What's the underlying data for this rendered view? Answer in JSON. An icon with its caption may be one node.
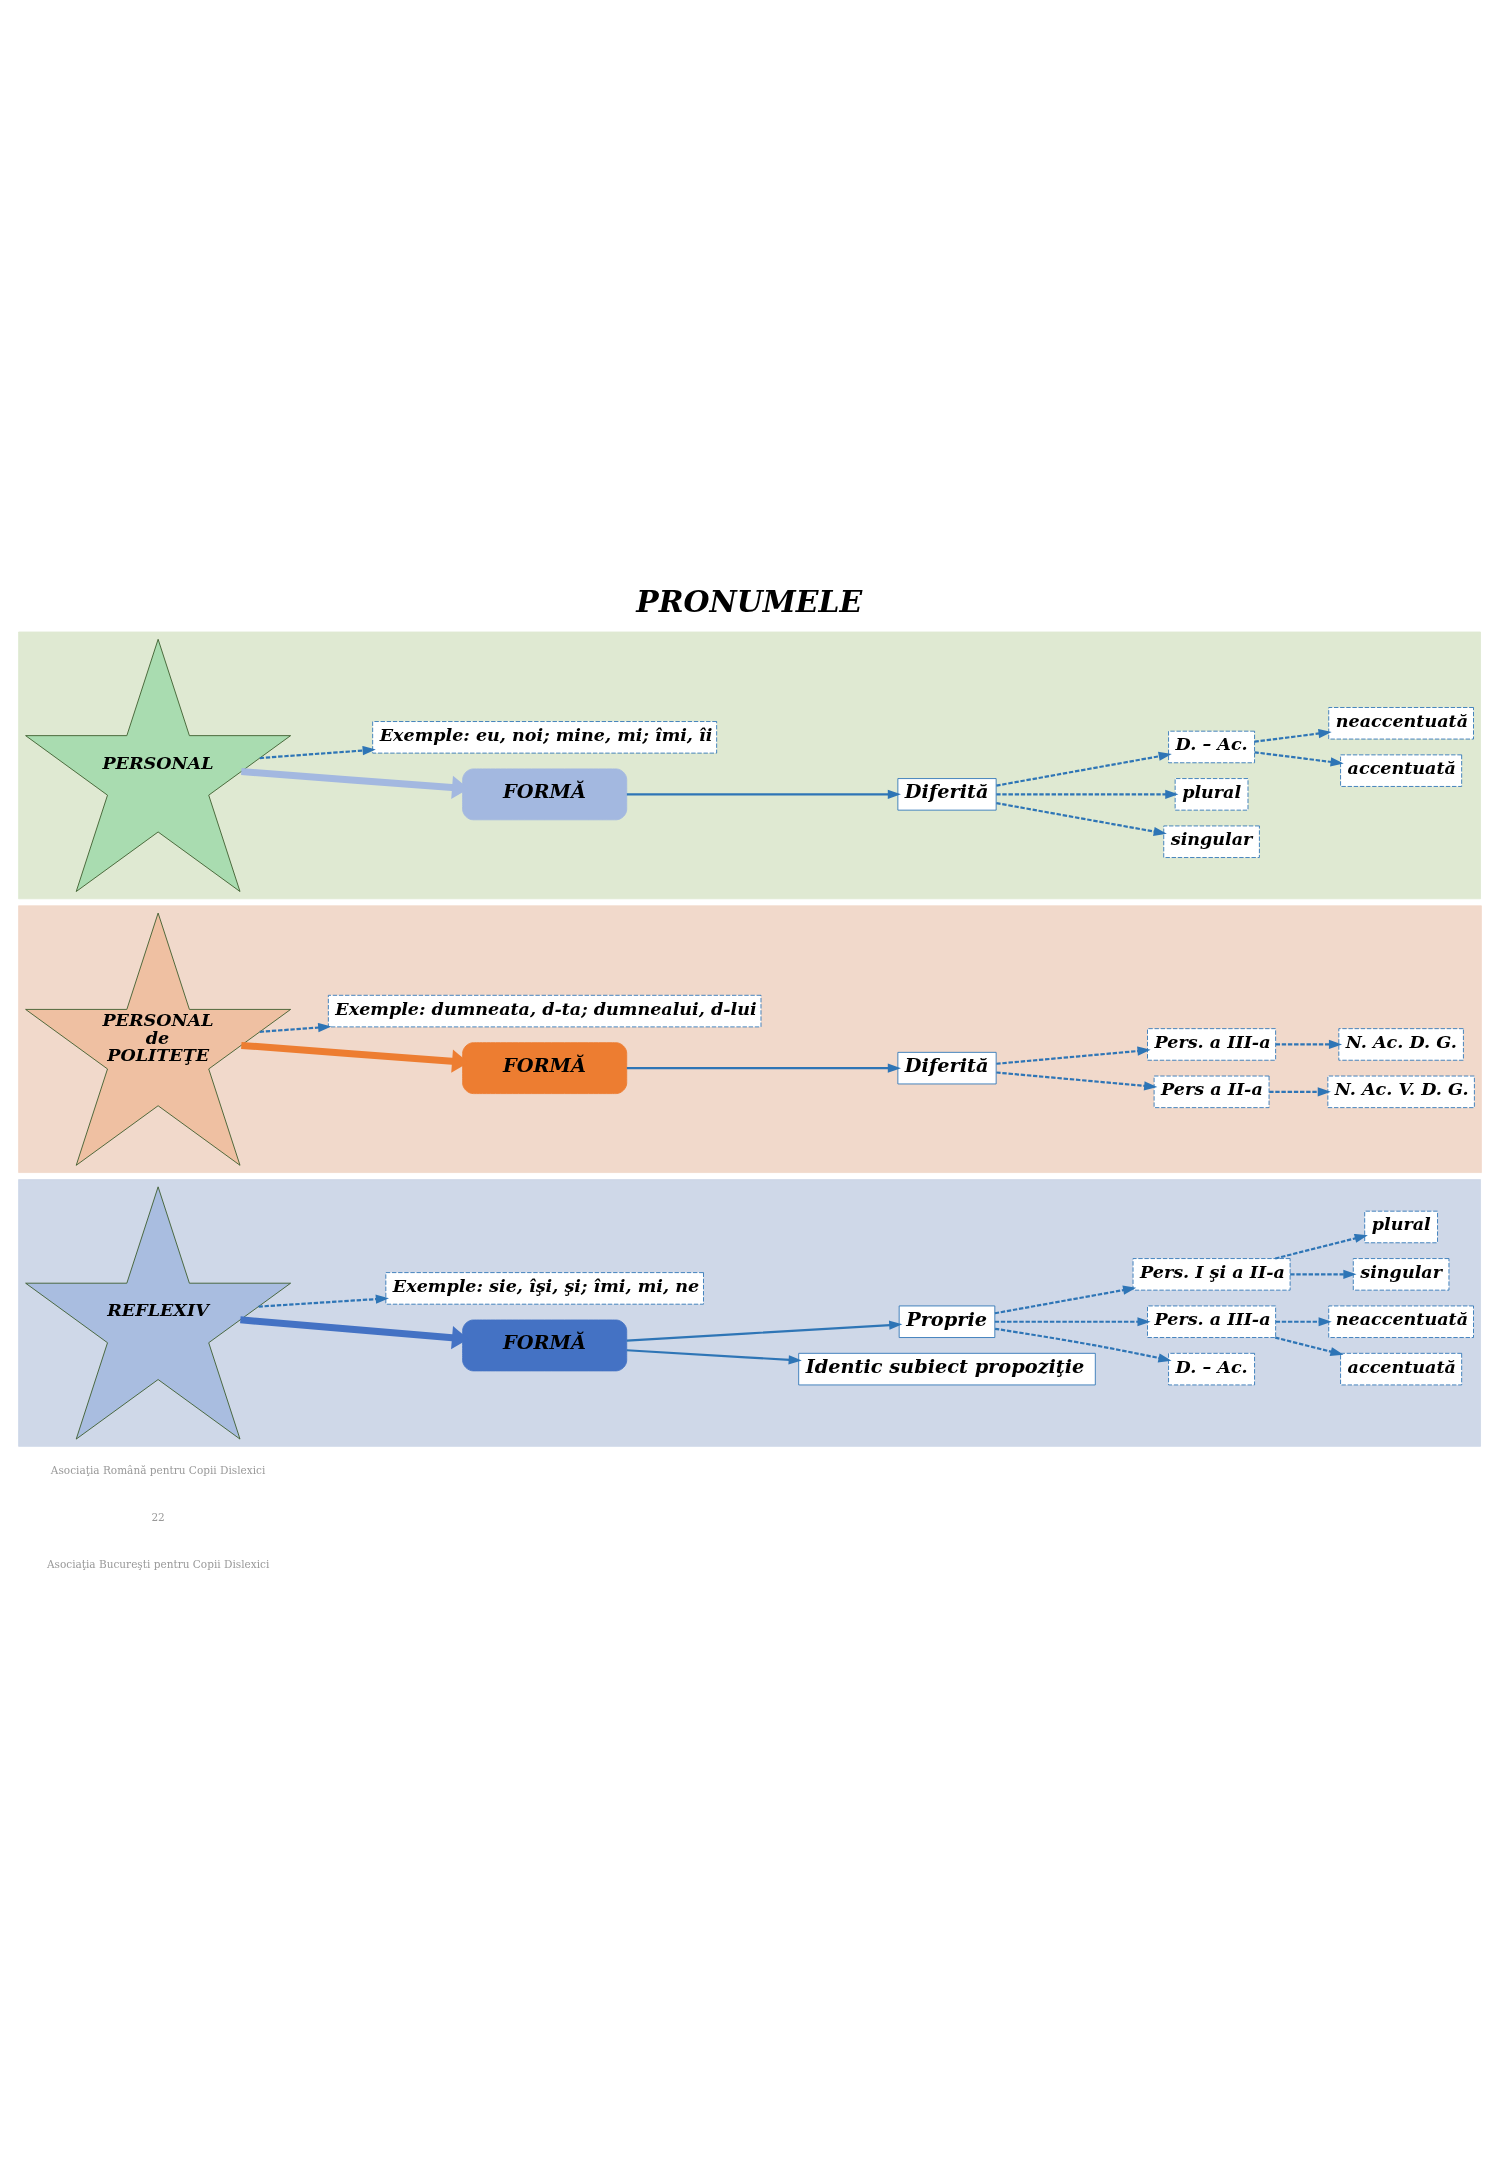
{
  "diagram": {
    "title": "PRONUMELE",
    "nodes": [
      {
        "text": [],
        "shape": "box"
      },
      {
        "text": [
          "PERSONAL"
        ],
        "in": 0
      },
      {
        "text": [
          "FORMĂ"
        ],
        "in": 0
      },
      {
        "text": [
          "Diferită"
        ],
        "in": 0
      },
      {
        "text": [
          "singular"
        ],
        "in": 0
      },
      {
        "text": [
          "plural"
        ],
        "in": 0
      },
      {
        "text": [
          "D. – Ac."
        ],
        "in": 0
      },
      {
        "text": [
          "accentuată"
        ],
        "in": 0
      },
      {
        "text": [
          "neaccentuată"
        ],
        "in": 0
      },
      {
        "text": [
          "Exemple: eu, noi; mine, mi; îmi, îi"
        ],
        "in": 0
      },
      {
        "text": [],
        "shape": "box"
      },
      {
        "text": [
          "PERSONAL de POLITEŢE"
        ],
        "in": 10
      },
      {
        "text": [
          "FORMĂ"
        ],
        "in": 10
      },
      {
        "text": [
          "Diferită"
        ],
        "in": 10
      },
      {
        "text": [
          "Pers a II-a"
        ],
        "in": 10
      },
      {
        "text": [
          "Pers. a III-a"
        ],
        "in": 10
      },
      {
        "text": [
          "N. Ac. V. D. G."
        ],
        "in": 10
      },
      {
        "text": [
          "N. Ac. D. G."
        ],
        "in": 10
      },
      {
        "text": [
          "Exemple: dumneata, d-ta; dumnealui, d-lui"
        ],
        "in": 10
      },
      {
        "text": [],
        "shape": "box"
      },
      {
        "text": [
          "REFLEXIV"
        ],
        "in": 19
      },
      {
        "text": [
          "FORMĂ"
        ],
        "in": 19
      },
      {
        "text": [
          "Identic subiect propoziţie"
        ],
        "in": 19
      },
      {
        "text": [
          "Proprie"
        ],
        "in": 19
      },
      {
        "text": [
          "D. – Ac."
        ],
        "in": 19
      },
      {
        "text": [
          "Pers. a III-a"
        ],
        "in": 19
      },
      {
        "text": [
          "Pers. I şi a II-a"
        ],
        "in": 19
      },
      {
        "text": [
          "accentuată"
        ],
        "in": 19
      },
      {
        "text": [
          "neaccentuată"
        ],
        "in": 19
      },
      {
        "text": [
          "singular"
        ],
        "in": 19
      },
      {
        "text": [
          "plural"
        ],
        "in": 19
      },
      {
        "text": [
          "Exemple: sie, îşi, şi; îmi, mi, ne"
        ],
        "in": 19
      }
    ],
    "edges": [
      {
        "from": 1,
        "to": 2,
        "arrow": "to",
        "style": "thick",
        "color": "#a3b8e0"
      },
      {
        "from": 2,
        "to": 3,
        "arrow": "to"
      },
      {
        "from": 3,
        "to": 4,
        "arrow": "to",
        "style": "dashed"
      },
      {
        "from": 3,
        "to": 5,
        "arrow": "to",
        "style": "dashed"
      },
      {
        "from": 3,
        "to": 6,
        "arrow": "to",
        "style": "dashed"
      },
      {
        "from": 6,
        "to": 7,
        "arrow": "to",
        "style": "dashed"
      },
      {
        "from": 6,
        "to": 8,
        "arrow": "to",
        "style": "dashed"
      },
      {
        "from": 1,
        "to": 9,
        "arrow": "to",
        "style": "dashed"
      },
      {
        "from": 11,
        "to": 12,
        "arrow": "to",
        "style": "thick",
        "color": "#ed7d31"
      },
      {
        "from": 12,
        "to": 13,
        "arrow": "to"
      },
      {
        "from": 13,
        "to": 14,
        "arrow": "to",
        "style": "dashed"
      },
      {
        "from": 13,
        "to": 15,
        "arrow": "to",
        "style": "dashed"
      },
      {
        "from": 14,
        "to": 16,
        "arrow": "to",
        "style": "dashed"
      },
      {
        "from": 15,
        "to": 17,
        "arrow": "to",
        "style": "dashed"
      },
      {
        "from": 11,
        "to": 18,
        "arrow": "to",
        "style": "dashed"
      },
      {
        "from": 20,
        "to": 21,
        "arrow": "to",
        "style": "thick",
        "color": "#4472c4"
      },
      {
        "from": 21,
        "to": 22,
        "arrow": "to"
      },
      {
        "from": 21,
        "to": 23,
        "arrow": "to"
      },
      {
        "from": 23,
        "to": 24,
        "arrow": "to",
        "style": "dashed"
      },
      {
        "from": 23,
        "to": 25,
        "arrow": "to",
        "style": "dashed"
      },
      {
        "from": 23,
        "to": 26,
        "arrow": "to",
        "style": "dashed"
      },
      {
        "from": 25,
        "to": 27,
        "arrow": "to",
        "style": "dashed"
      },
      {
        "from": 25,
        "to": 28,
        "arrow": "to",
        "style": "dashed"
      },
      {
        "from": 26,
        "to": 29,
        "arrow": "to",
        "style": "dashed"
      },
      {
        "from": 26,
        "to": 30,
        "arrow": "to",
        "style": "dashed"
      },
      {
        "from": 20,
        "to": 31,
        "arrow": "to",
        "style": "dashed"
      }
    ],
    "labels": [
      "Asociaţia Română pentru Copii Dislexici",
      "22",
      "Asociaţia Bucureşti pentru Copii Dislexici"
    ]
  }
}
